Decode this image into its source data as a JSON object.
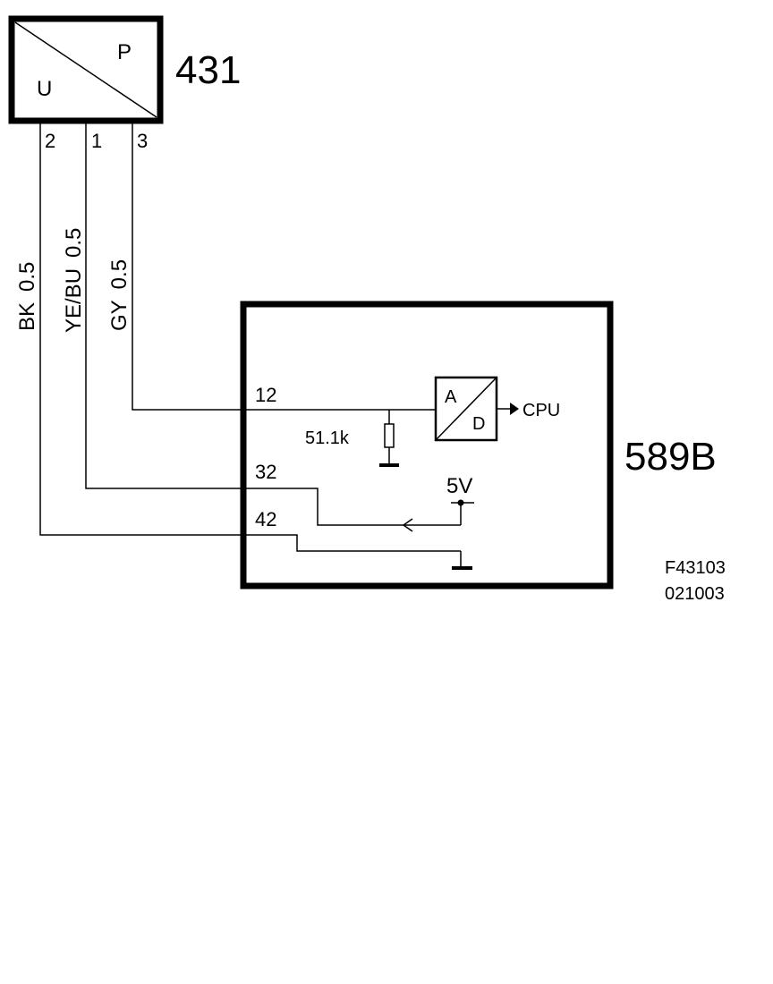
{
  "sensor": {
    "id": "431",
    "label_u": "U",
    "label_p": "P",
    "pins": [
      "2",
      "1",
      "3"
    ]
  },
  "wires": [
    {
      "color": "BK",
      "size": "0.5"
    },
    {
      "color": "YE/BU",
      "size": "0.5"
    },
    {
      "color": "GY",
      "size": "0.5"
    }
  ],
  "module": {
    "id": "589B",
    "pins": [
      "12",
      "32",
      "42"
    ],
    "resistor": "51.1k",
    "adc_a": "A",
    "adc_d": "D",
    "cpu": "CPU",
    "supply": "5V"
  },
  "reference": {
    "figure": "F43103",
    "date": "021003"
  }
}
